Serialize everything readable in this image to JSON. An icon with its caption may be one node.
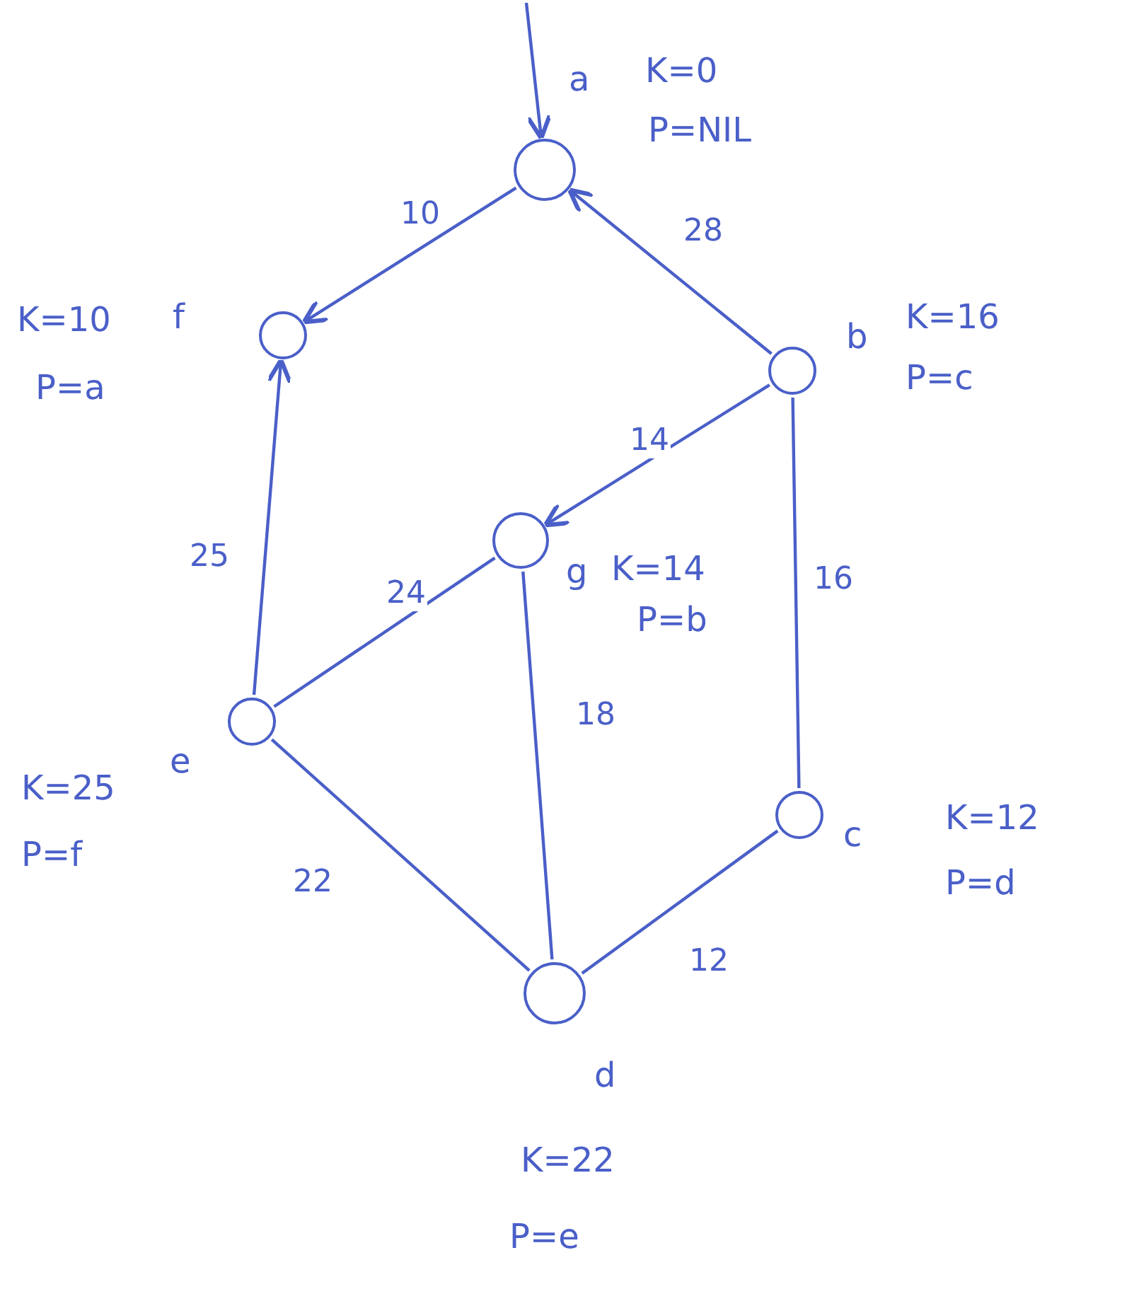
{
  "diagram": {
    "nodes": [
      {
        "text": [],
        "shape": "circle",
        "beside": [
          "a",
          "K=0",
          "P=NIL"
        ]
      },
      {
        "text": [],
        "shape": "circle",
        "beside": [
          "K=10",
          "f",
          "P=a"
        ]
      },
      {
        "text": [],
        "shape": "circle",
        "beside": [
          "b",
          "K=16",
          "P=c"
        ]
      },
      {
        "text": [],
        "shape": "circle",
        "beside": [
          "g",
          "K=14",
          "P=b"
        ]
      },
      {
        "text": [],
        "shape": "circle",
        "beside": [
          "e",
          "K=25",
          "P=f"
        ]
      },
      {
        "text": [],
        "shape": "circle",
        "beside": [
          "c",
          "K=12",
          "P=d"
        ]
      },
      {
        "text": [],
        "shape": "circle",
        "beside": [
          "d",
          "K=22",
          "P=e"
        ]
      }
    ],
    "edges": [
      {
        "from": null,
        "to": 0,
        "arrow": "to"
      },
      {
        "from": 0,
        "to": 1,
        "arrow": "to",
        "label": "10"
      },
      {
        "from": 2,
        "to": 0,
        "arrow": "to",
        "label": "28"
      },
      {
        "from": 4,
        "to": 1,
        "arrow": "to",
        "label": "25"
      },
      {
        "from": 2,
        "to": 3,
        "arrow": "to",
        "label": "14"
      },
      {
        "from": 2,
        "to": 5,
        "arrow": "none",
        "label": "16"
      },
      {
        "from": 3,
        "to": 4,
        "arrow": "none",
        "label": "24"
      },
      {
        "from": 3,
        "to": 6,
        "arrow": "none",
        "label": "18"
      },
      {
        "from": 4,
        "to": 6,
        "arrow": "none",
        "label": "22"
      },
      {
        "from": 5,
        "to": 6,
        "arrow": "none",
        "label": "12"
      }
    ]
  }
}
